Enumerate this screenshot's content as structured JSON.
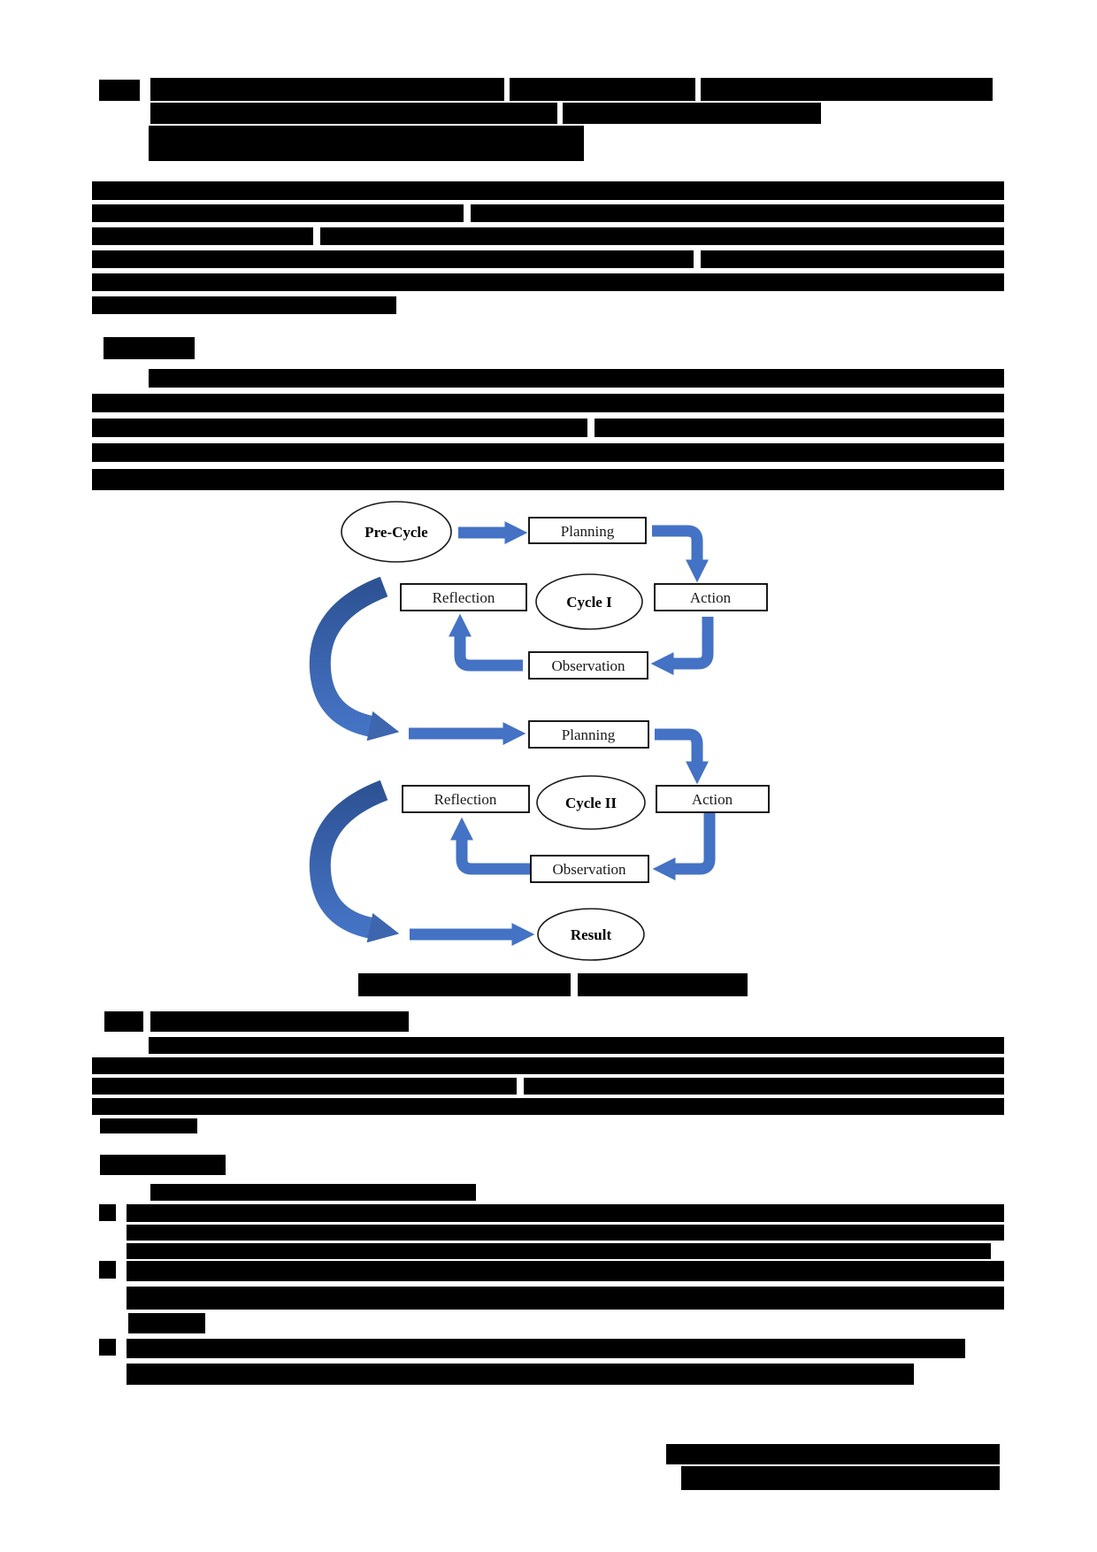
{
  "page": {
    "type": "redacted-academic-paper-page",
    "background": "#ffffff",
    "redaction_color": "#000000"
  },
  "diagram": {
    "accent": "#4472C4",
    "accent_dark": "#2E5395",
    "arrowhead": "#4472C4",
    "crescent_head": "#3E66AE",
    "nodes": {
      "pre_cycle": "Pre-Cycle",
      "planning1": "Planning",
      "cycle1": "Cycle I",
      "action1": "Action",
      "observation1": "Observation",
      "reflection1": "Reflection",
      "planning2": "Planning",
      "cycle2": "Cycle II",
      "action2": "Action",
      "observation2": "Observation",
      "reflection2": "Reflection",
      "result": "Result"
    }
  },
  "redactions": [
    [
      112,
      90,
      46,
      24
    ],
    [
      170,
      88,
      400,
      26
    ],
    [
      576,
      88,
      210,
      26
    ],
    [
      792,
      88,
      330,
      26
    ],
    [
      170,
      116,
      460,
      24
    ],
    [
      636,
      116,
      292,
      24
    ],
    [
      168,
      142,
      492,
      40
    ],
    [
      104,
      205,
      1031,
      21
    ],
    [
      104,
      231,
      420,
      20
    ],
    [
      532,
      231,
      603,
      20
    ],
    [
      104,
      257,
      250,
      20
    ],
    [
      362,
      257,
      773,
      20
    ],
    [
      104,
      283,
      680,
      20
    ],
    [
      792,
      283,
      343,
      20
    ],
    [
      104,
      309,
      1031,
      20
    ],
    [
      104,
      335,
      344,
      20
    ],
    [
      117,
      381,
      103,
      25
    ],
    [
      168,
      417,
      967,
      21
    ],
    [
      104,
      445,
      1031,
      21
    ],
    [
      104,
      473,
      560,
      21
    ],
    [
      672,
      473,
      463,
      21
    ],
    [
      104,
      501,
      1031,
      21
    ],
    [
      104,
      530,
      1031,
      24
    ],
    [
      405,
      1100,
      240,
      26
    ],
    [
      653,
      1100,
      192,
      26
    ],
    [
      118,
      1143,
      44,
      23
    ],
    [
      170,
      1143,
      292,
      23
    ],
    [
      168,
      1172,
      967,
      19
    ],
    [
      104,
      1195,
      1031,
      19
    ],
    [
      104,
      1218,
      480,
      19
    ],
    [
      592,
      1218,
      543,
      19
    ],
    [
      104,
      1241,
      1031,
      19
    ],
    [
      113,
      1264,
      110,
      17
    ],
    [
      113,
      1305,
      142,
      23
    ],
    [
      170,
      1338,
      368,
      19
    ],
    [
      112,
      1361,
      19,
      19
    ],
    [
      143,
      1361,
      992,
      20
    ],
    [
      143,
      1384,
      992,
      18
    ],
    [
      143,
      1405,
      977,
      18
    ],
    [
      112,
      1425,
      19,
      20
    ],
    [
      143,
      1425,
      992,
      23
    ],
    [
      143,
      1454,
      992,
      26
    ],
    [
      145,
      1484,
      87,
      23
    ],
    [
      112,
      1513,
      19,
      19
    ],
    [
      143,
      1513,
      948,
      22
    ],
    [
      143,
      1541,
      890,
      24
    ],
    [
      753,
      1632,
      377,
      23
    ],
    [
      770,
      1657,
      360,
      27
    ]
  ]
}
